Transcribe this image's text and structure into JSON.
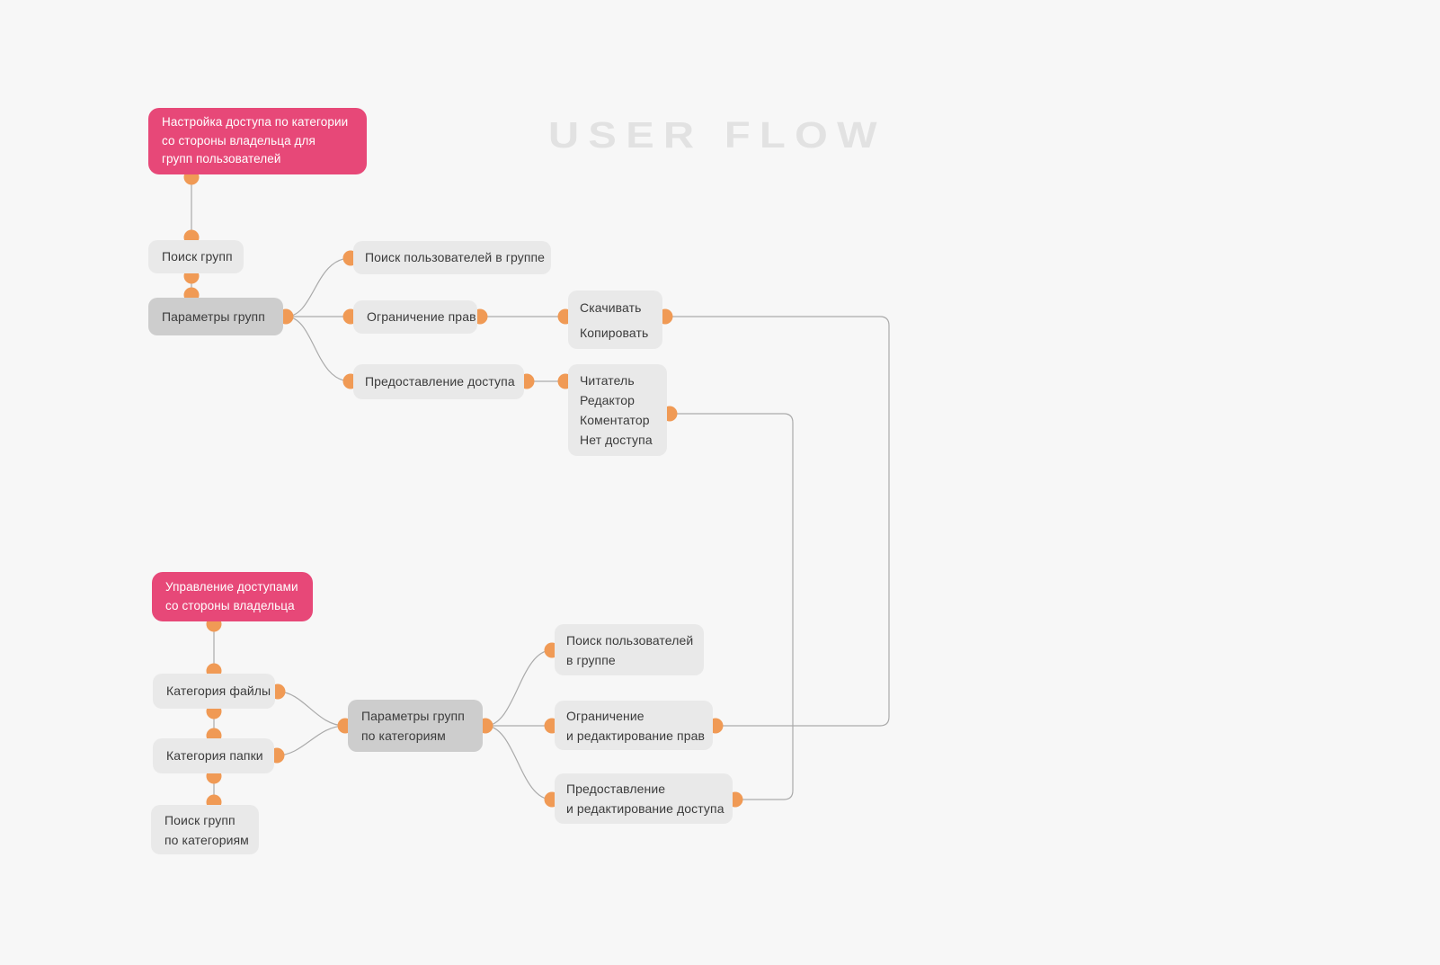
{
  "title": "USER FLOW",
  "colors": {
    "background": "#F7F7F7",
    "node_light": "#E9E9E9",
    "node_dark": "#CDCDCD",
    "node_pink": "#E74878",
    "connector_dot": "#F09A55",
    "wire": "#ABABAB",
    "watermark": "#E2E2E2",
    "node_text": "#3B3B3B"
  },
  "nodes": {
    "flow1": {
      "lines": [
        "Настройка  доступа по категории",
        "со стороны владельца для",
        "групп пользователей"
      ]
    },
    "search_groups": {
      "label": "Поиск групп"
    },
    "group_params": {
      "label": "Параметры  групп"
    },
    "search_users_in_group": {
      "label": "Поиск пользователей в группе"
    },
    "rights_restriction": {
      "label": "Ограничение прав"
    },
    "download_copy": {
      "lines": [
        "Скачивать",
        "Копировать"
      ]
    },
    "grant_access": {
      "label": "Предоставление доступа"
    },
    "access_roles": {
      "lines": [
        "Читатель",
        "Редактор",
        "Коментатор",
        "Нет доступа"
      ]
    },
    "flow2": {
      "lines": [
        "Управление доступами",
        "со стороны владельца"
      ]
    },
    "category_files": {
      "label": "Категория файлы"
    },
    "category_folders": {
      "label": "Категория папки"
    },
    "search_groups_by_category": {
      "lines": [
        "Поиск групп",
        "по категориям"
      ]
    },
    "group_params_by_category": {
      "lines": [
        "Параметры  групп",
        "по категориям"
      ]
    },
    "search_users_in_group_2": {
      "lines": [
        "Поиск пользователей",
        "в группе"
      ]
    },
    "restriction_and_edit_rights": {
      "lines": [
        "Ограничение",
        "и редактирование прав"
      ]
    },
    "grant_and_edit_access": {
      "lines": [
        "Предоставление",
        "и редактирование доступа"
      ]
    }
  }
}
